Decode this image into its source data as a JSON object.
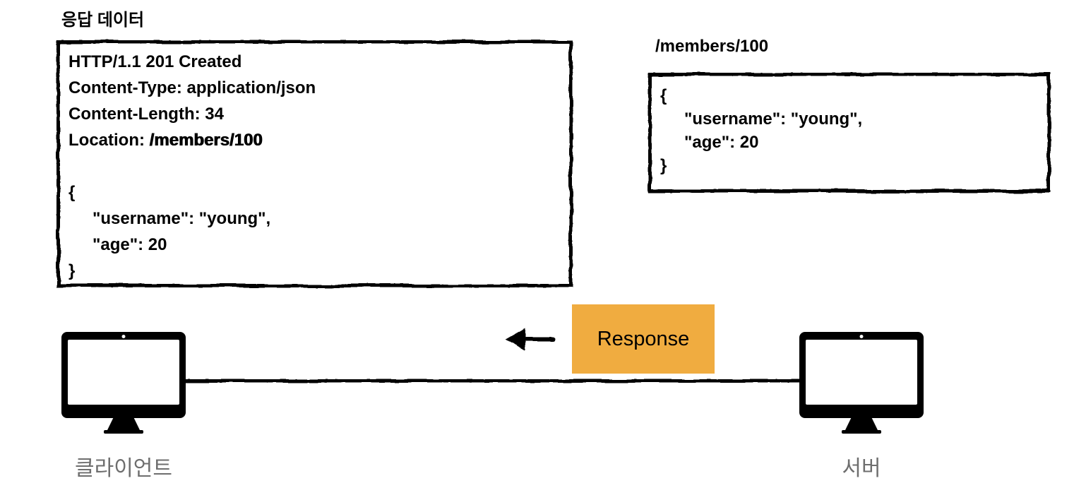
{
  "response_panel": {
    "title": "응답 데이터",
    "status_line": "HTTP/1.1 201 Created",
    "header_lines": [
      "Content-Type: application/json",
      "Content-Length: 34"
    ],
    "location_label": "Location: ",
    "location_value": "/members/100",
    "body_lines": [
      "{",
      "\"username\": \"young\",",
      "\"age\": 20",
      "}"
    ]
  },
  "resource_panel": {
    "title": "/members/100",
    "body_lines": [
      "{",
      "\"username\": \"young\",",
      "\"age\": 20",
      "}"
    ]
  },
  "flow": {
    "response_label": "Response",
    "client_label": "클라이언트",
    "server_label": "서버"
  },
  "icons": {
    "arrow": "arrow-left",
    "client": "desktop-monitor",
    "server": "desktop-monitor"
  },
  "colors": {
    "response_badge": "#F0AC40",
    "node_label": "#6E6E6E",
    "ink": "#000000"
  }
}
